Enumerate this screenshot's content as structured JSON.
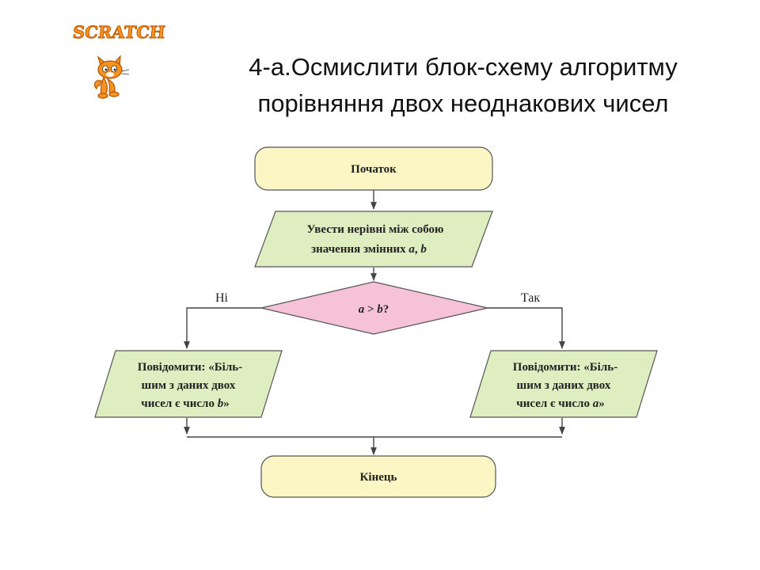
{
  "logo": {
    "text": "SCRATCH",
    "colors": {
      "fill": "#f7931e",
      "outline": "#c25a00"
    },
    "icon": "scratch-cat-icon"
  },
  "title": {
    "line1": "4-а.Осмислити блок-схему алгоритму",
    "line2": "порівняння двох неоднакових чисел"
  },
  "flowchart": {
    "colors": {
      "terminal": "#fbf6c4",
      "io": "#dfeec1",
      "decision": "#f6c2d8",
      "stroke": "#555555",
      "arrow": "#444444"
    },
    "start": "Початок",
    "input": {
      "line1": "Увести нерівні між собою",
      "line2_prefix": "значення змінних ",
      "var_a": "a",
      "sep": ", ",
      "var_b": "b"
    },
    "decision": {
      "var_a": "a",
      "op": " > ",
      "var_b": "b",
      "q": "?"
    },
    "no_label": "Ні",
    "yes_label": "Так",
    "output_no": {
      "line1": "Повідомити: «Біль-",
      "line2": "шим з даних двох",
      "line3_prefix": "чисел є число ",
      "var": "b",
      "line3_suffix": "»"
    },
    "output_yes": {
      "line1": "Повідомити: «Біль-",
      "line2": "шим з даних двох",
      "line3_prefix": "чисел є число ",
      "var": "a",
      "line3_suffix": "»"
    },
    "end": "Кінець"
  }
}
